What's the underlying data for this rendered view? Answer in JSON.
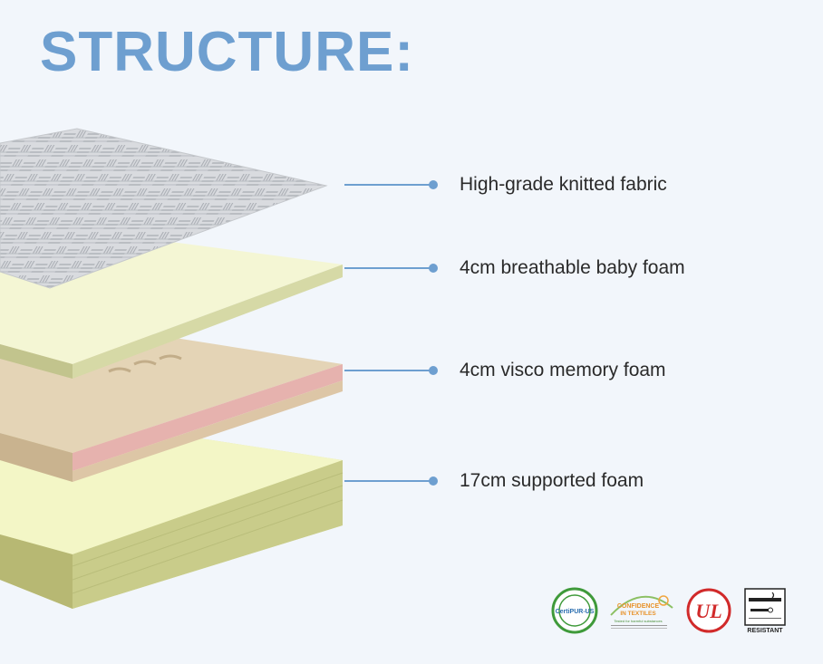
{
  "title": "STRUCTURE:",
  "layers": [
    {
      "label": "High-grade knitted fabric"
    },
    {
      "label": "4cm breathable baby foam"
    },
    {
      "label": "4cm visco memory foam"
    },
    {
      "label": "17cm supported foam"
    }
  ],
  "certifications": {
    "certipur": "CertiPUR-US",
    "oeko_title": "CONFIDENCE",
    "oeko_sub": "IN TEXTILES",
    "oeko_tested": "Tested for harmful substances",
    "ul": "UL",
    "resistant": "RESISTANT"
  },
  "colors": {
    "accent": "#6e9fd0",
    "background": "#f2f6fb"
  }
}
